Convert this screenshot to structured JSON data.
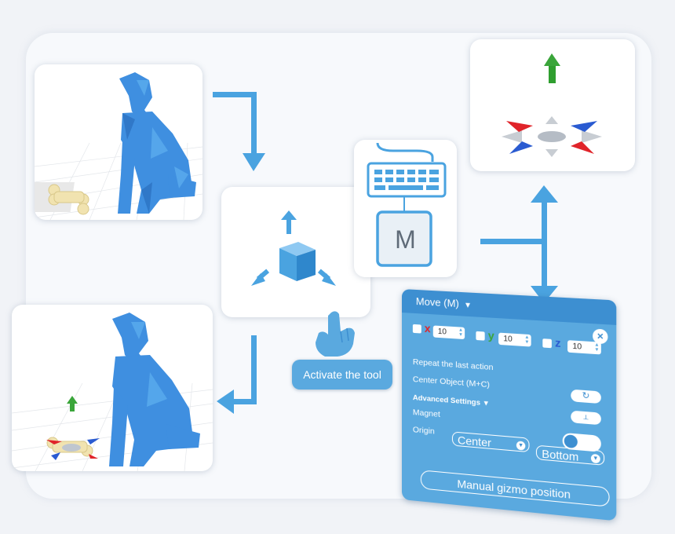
{
  "colors": {
    "accent": "#3d8fd1",
    "panel": "#5aa9df",
    "arrow": "#4aa3e0",
    "model": "#3f8fe0",
    "x_axis": "#e0242a",
    "y_axis": "#3aa53a",
    "z_axis": "#2a5bd1"
  },
  "callout": {
    "label": "Activate the tool"
  },
  "shortcut": {
    "key": "M"
  },
  "move_panel": {
    "title": "Move (M)",
    "axes": [
      {
        "label": "x",
        "value": "10"
      },
      {
        "label": "y",
        "value": "10"
      },
      {
        "label": "z",
        "value": "10"
      }
    ],
    "repeat_label": "Repeat the last action",
    "center_label": "Center Object (M+C)",
    "advanced_label": "Advanced Settings",
    "magnet_label": "Magnet",
    "origin_label": "Origin",
    "origin_options": {
      "horizontal": "Center",
      "vertical": "Bottom"
    },
    "manual_gizmo_label": "Manual gizmo position"
  },
  "icons": [
    "arrow-right-down-icon",
    "move-tool-icon",
    "keyboard-icon",
    "close-icon",
    "refresh-icon",
    "magnet-icon",
    "hand-pointer-icon",
    "gizmo-icon"
  ]
}
